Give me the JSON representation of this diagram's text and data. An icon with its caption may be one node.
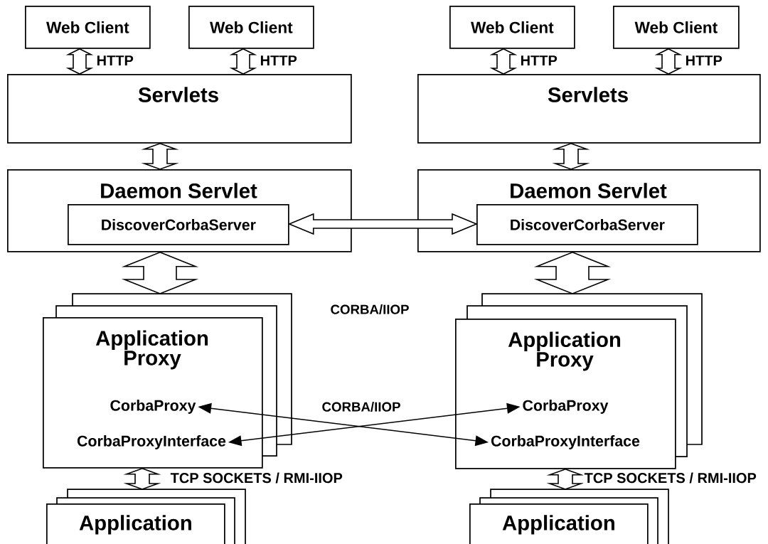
{
  "diagram": {
    "nodes": [
      {
        "text": [
          "Web Client"
        ]
      },
      {
        "text": [
          "Web Client"
        ]
      },
      {
        "text": [
          "Web Client"
        ]
      },
      {
        "text": [
          "Web Client"
        ]
      },
      {
        "text": [
          "Servlets"
        ]
      },
      {
        "text": [
          "Servlets"
        ]
      },
      {
        "text": [
          "Daemon Servlet"
        ]
      },
      {
        "text": [
          "DiscoverCorbaServer"
        ],
        "in": 6
      },
      {
        "text": [
          "Daemon Servlet"
        ]
      },
      {
        "text": [
          "DiscoverCorbaServer"
        ],
        "in": 8
      },
      {
        "text": [
          "Application Proxy"
        ]
      },
      {
        "text": [
          "CorbaProxy"
        ],
        "in": 10
      },
      {
        "text": [
          "CorbaProxyInterface"
        ],
        "in": 10
      },
      {
        "text": [
          "Application Proxy"
        ]
      },
      {
        "text": [
          "CorbaProxy"
        ],
        "in": 13
      },
      {
        "text": [
          "CorbaProxyInterface"
        ],
        "in": 13
      },
      {
        "text": [
          "Application"
        ]
      },
      {
        "text": [
          "Application"
        ]
      }
    ],
    "edges": [
      {
        "from": 0,
        "to": 4,
        "arrow": "both",
        "label": "HTTP"
      },
      {
        "from": 1,
        "to": 4,
        "arrow": "both",
        "label": "HTTP"
      },
      {
        "from": 2,
        "to": 5,
        "arrow": "both",
        "label": "HTTP"
      },
      {
        "from": 3,
        "to": 5,
        "arrow": "both",
        "label": "HTTP"
      },
      {
        "from": 4,
        "to": 6,
        "arrow": "both"
      },
      {
        "from": 5,
        "to": 8,
        "arrow": "both"
      },
      {
        "from": 7,
        "to": 9,
        "arrow": "both"
      },
      {
        "from": 6,
        "to": 10,
        "arrow": "both"
      },
      {
        "from": 8,
        "to": 13,
        "arrow": "both"
      },
      {
        "from": 11,
        "to": 15,
        "arrow": "both",
        "label": "CORBA/IIOP"
      },
      {
        "from": 12,
        "to": 14,
        "arrow": "both"
      },
      {
        "from": 10,
        "to": 16,
        "arrow": "both",
        "label": "TCP SOCKETS / RMI-IIOP"
      },
      {
        "from": 13,
        "to": 17,
        "arrow": "both",
        "label": "TCP SOCKETS / RMI-IIOP"
      }
    ],
    "labels": [
      "CORBA/IIOP"
    ]
  }
}
